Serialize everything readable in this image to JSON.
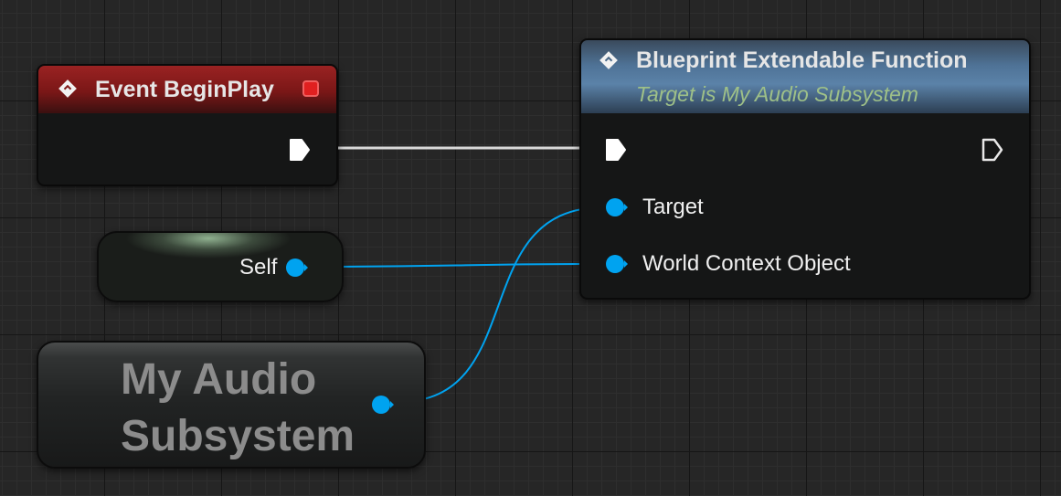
{
  "event_node": {
    "title": "Event BeginPlay",
    "header_color": "#8a1c1c",
    "stop_color": "#e23030"
  },
  "self_node": {
    "pin_label": "Self"
  },
  "function_node": {
    "title": "Blueprint Extendable Function",
    "subtitle": "Target is My Audio Subsystem",
    "header_color": "#4d7196",
    "pins": {
      "target": "Target",
      "world_context": "World Context Object"
    }
  },
  "subsystem_node": {
    "title": "My Audio Subsystem"
  },
  "colors": {
    "object_pin": "#00a3f0",
    "exec_wire": "#f0f0f0",
    "grid_background": "#262626"
  }
}
